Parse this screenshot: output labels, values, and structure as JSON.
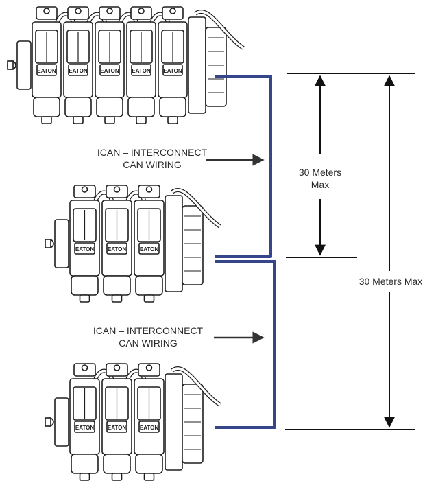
{
  "labels": {
    "interconnect_1_line1": "ICAN – INTERCONNECT",
    "interconnect_1_line2": "CAN WIRING",
    "interconnect_2_line1": "ICAN – INTERCONNECT",
    "interconnect_2_line2": "CAN WIRING",
    "span_short_line1": "30 Meters",
    "span_short_line2": "Max",
    "span_total": "30 Meters Max",
    "valve_badge": "EATON"
  },
  "banks": [
    {
      "name": "valve-bank-top",
      "sections": 5
    },
    {
      "name": "valve-bank-middle",
      "sections": 3
    },
    {
      "name": "valve-bank-bottom",
      "sections": 3
    }
  ],
  "colors": {
    "can_wire": "#35478a",
    "outline": "#1e1e1e",
    "dimension_line": "#111111",
    "arrow": "#333333"
  }
}
